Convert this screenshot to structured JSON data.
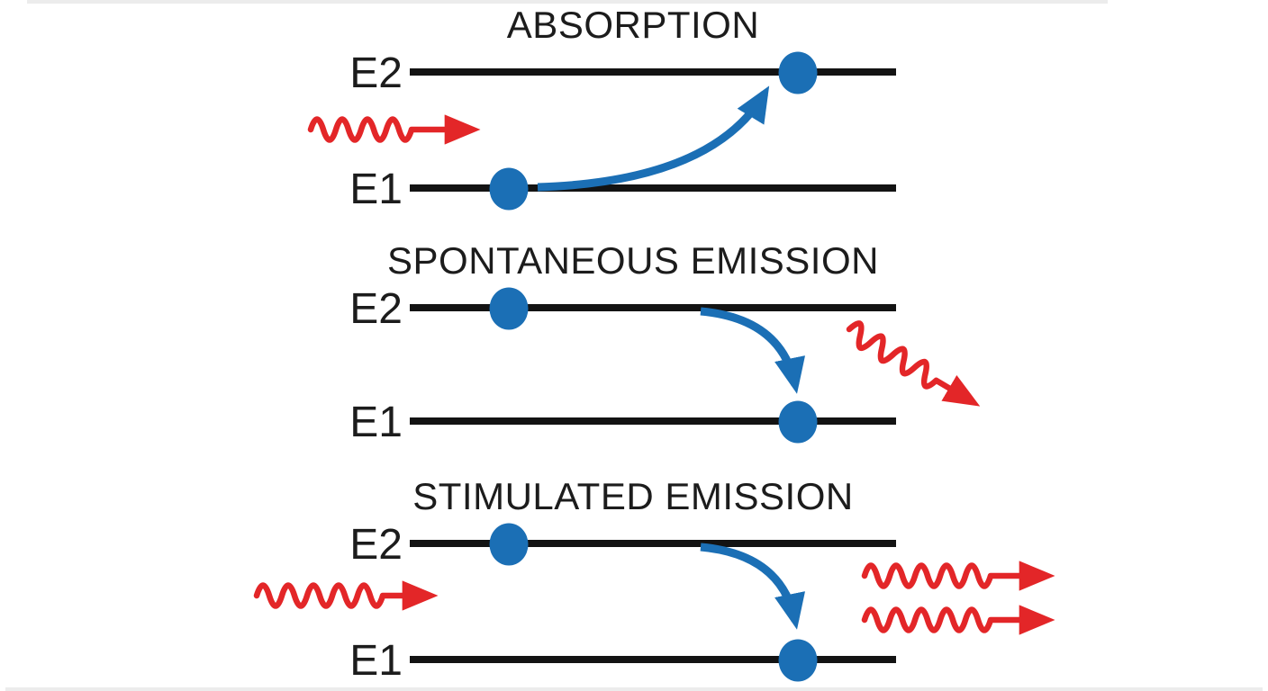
{
  "colors": {
    "blue": "#1b6fb5",
    "red": "#e32628",
    "line": "#131313",
    "text": "#1c1c1c",
    "edge": "#ececec",
    "bg": "#ffffff"
  },
  "panels": [
    {
      "title": "ABSORPTION",
      "upper_label": "E2",
      "lower_label": "E1",
      "icons": {
        "incoming_photon": "red-wavy-photon-arrow",
        "transition": "blue-curved-arrow-up",
        "electron_start": "electron-dot-on-E1",
        "electron_end": "electron-dot-on-E2"
      }
    },
    {
      "title": "SPONTANEOUS EMISSION",
      "upper_label": "E2",
      "lower_label": "E1",
      "icons": {
        "transition": "blue-curved-arrow-down",
        "emitted_photon": "red-wavy-photon-arrow-diagonal",
        "electron_start": "electron-dot-on-E2",
        "electron_end": "electron-dot-on-E1"
      }
    },
    {
      "title": "STIMULATED EMISSION",
      "upper_label": "E2",
      "lower_label": "E1",
      "icons": {
        "incoming_photon": "red-wavy-photon-arrow",
        "transition": "blue-curved-arrow-down",
        "emitted_photon_top": "red-wavy-photon-arrow",
        "emitted_photon_bottom": "red-wavy-photon-arrow",
        "electron_start": "electron-dot-on-E2",
        "electron_end": "electron-dot-on-E1"
      }
    }
  ]
}
